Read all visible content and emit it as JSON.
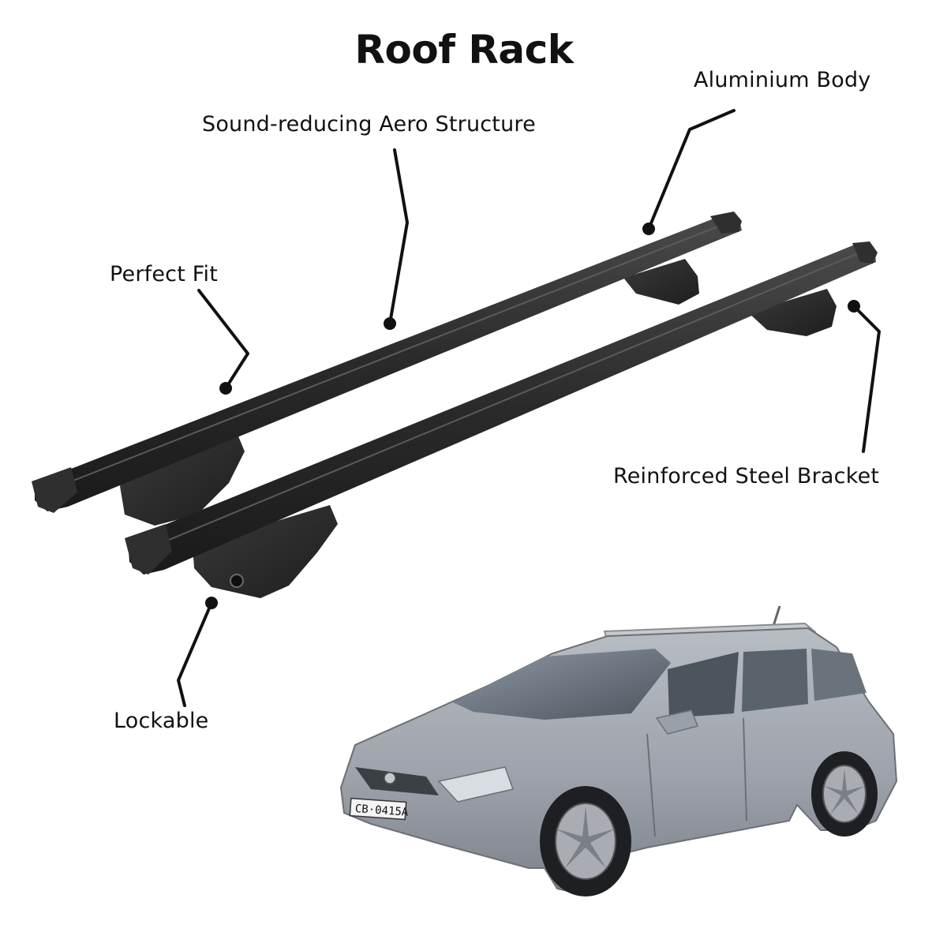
{
  "title": "Roof Rack",
  "callouts": {
    "aluminium_body": "Aluminium Body",
    "aero_structure": "Sound-reducing Aero Structure",
    "perfect_fit": "Perfect Fit",
    "reinforced_bracket": "Reinforced Steel Bracket",
    "lockable": "Lockable"
  },
  "car": {
    "license_plate": "CB·0415A"
  },
  "colors": {
    "bar": "#2b2b2b",
    "car_body": "#9ea3ab",
    "text": "#111111"
  }
}
